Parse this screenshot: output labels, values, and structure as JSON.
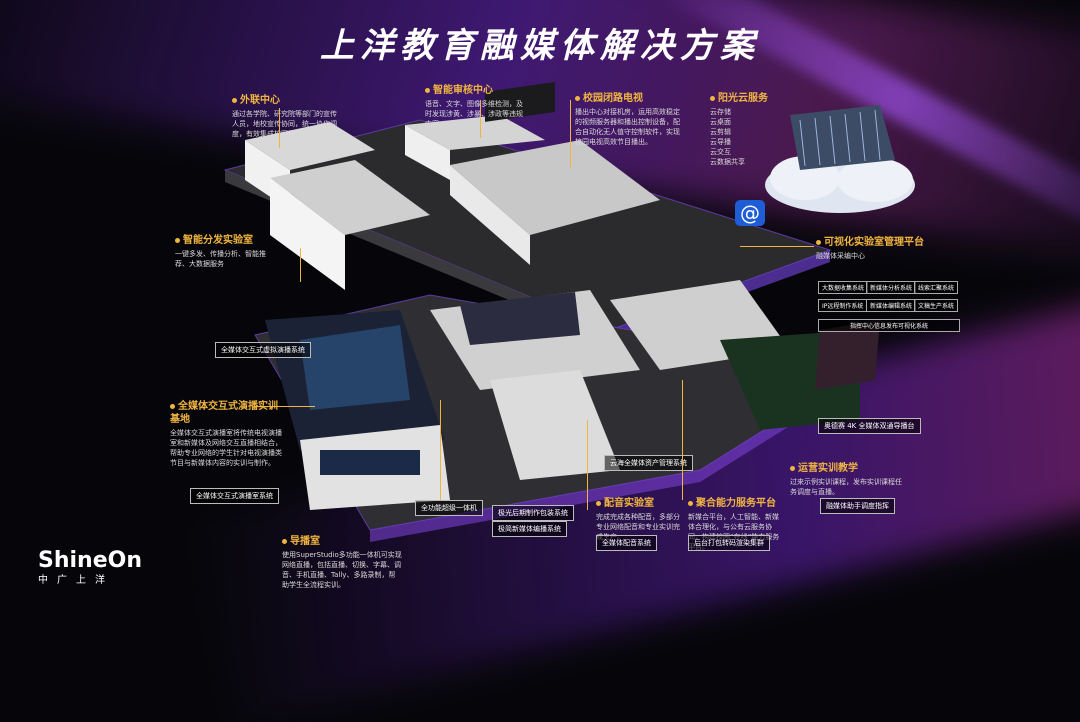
{
  "title": "上洋教育融媒体解决方案",
  "sections": {
    "waili": {
      "title": "外联中心",
      "desc": "通过各学院、研究院等部门的宣传人员，地校宣传协同，统一协作调度，有效集成校园媒体生态。"
    },
    "shenhe": {
      "title": "智能审核中心",
      "desc": "语音、文字、图像多维检测，及时发现涉黄、涉暴、涉政等违规内容。"
    },
    "bihulu": {
      "title": "校园闭路电视",
      "desc": "播出中心对接机房，运用高效稳定的视频服务器和播出控制设备，配合自动化无人值守控制软件，实现校园电视高效节目播出。"
    },
    "yun": {
      "title": "阳光云服务",
      "items": [
        "云存储",
        "云桌面",
        "云剪辑",
        "云导播",
        "云交互",
        "云数据共享"
      ]
    },
    "fenfa": {
      "title": "智能分发实验室",
      "desc": "一键多发、传播分析、智能推荐、大数据服务"
    },
    "keshihua": {
      "title": "可视化实验室管理平台",
      "sub": "融媒体采编中心",
      "boxes": [
        "大数据收集系统",
        "新媒体分析系统",
        "线索汇聚系统",
        "IP远程制作系统",
        "新媒体编辑系统",
        "文稿生产系统"
      ],
      "bottom": "指挥中心信息发布可视化系统"
    },
    "yanbo": {
      "title": "全媒体交互式演播实训基地",
      "desc": "全媒体交互式演播室将传统电视演播室和新媒体及网络交互直播相结合，帮助专业网络的学生针对电视演播类节目与新媒体内容的实训与制作。"
    },
    "daobo": {
      "title": "导播室",
      "desc": "使用SuperStudio多功能一体机可实现网络直播，包括直播、切换、字幕、调音、手机直播、Tally、多路录制，帮助学生全流程实训。"
    },
    "peiyin": {
      "title": "配音实验室",
      "desc": "完成完成各种配音，多部分专业网络配音和专业实训完成生产。"
    },
    "juhe": {
      "title": "聚合能力服务平台",
      "desc": "新媒合平台，人工智能、新媒体合理化，与公有云服务协同，构建校园“在线”能力服务平台。"
    },
    "yunying": {
      "title": "运营实训教学",
      "desc": "过来示例实训课程，发布实训课程任务调度与直播。"
    }
  },
  "labels": {
    "xunibo": "全媒体交互式虚拟演播系统",
    "yanbo_sys": "全媒体交互式演播室系统",
    "quangongneng": "全功能超级一体机",
    "zichan": "云海全媒体资产管理系统",
    "houqi": "极光后期制作包装系统",
    "xinmeiti": "极简新媒体编播系统",
    "peiyin_sys": "全媒体配音系统",
    "daboyun": "后台打包转码渲染集群",
    "4k": "奥德赛 4K 全媒体双通导播台",
    "rongmeiti": "融媒体助手调度指挥"
  },
  "logo": {
    "name": "ShineOn",
    "sub": "中广上洋"
  },
  "colors": {
    "accent": "#f0b441",
    "floor": "#2b2b2e",
    "wall": "#e9e9e9"
  }
}
